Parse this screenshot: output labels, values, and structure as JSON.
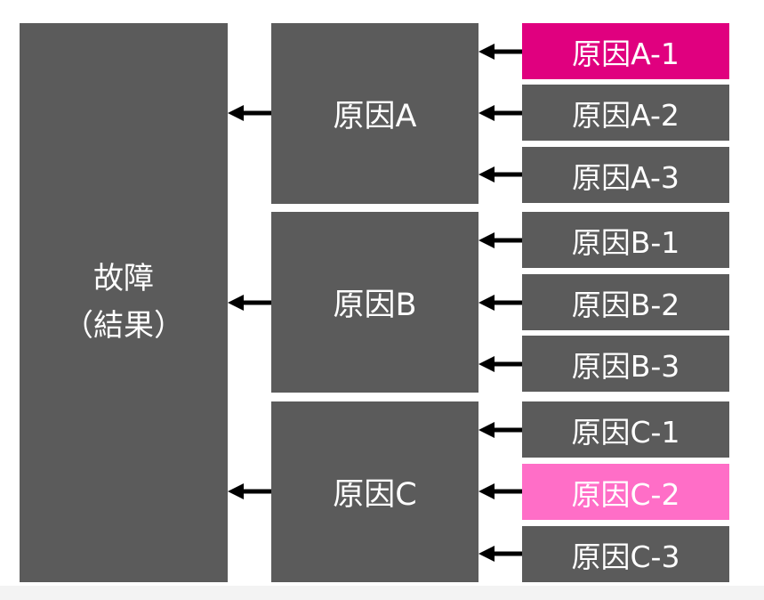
{
  "effect": {
    "line1": "故障",
    "line2": "（結果）",
    "color": "#5b5b5b"
  },
  "causes": [
    {
      "label": "原因A",
      "subcauses": [
        {
          "label": "原因A-1",
          "color": "#e0007f"
        },
        {
          "label": "原因A-2",
          "color": "#5b5b5b"
        },
        {
          "label": "原因A-3",
          "color": "#5b5b5b"
        }
      ]
    },
    {
      "label": "原因B",
      "subcauses": [
        {
          "label": "原因B-1",
          "color": "#5b5b5b"
        },
        {
          "label": "原因B-2",
          "color": "#5b5b5b"
        },
        {
          "label": "原因B-3",
          "color": "#5b5b5b"
        }
      ]
    },
    {
      "label": "原因C",
      "subcauses": [
        {
          "label": "原因C-1",
          "color": "#5b5b5b"
        },
        {
          "label": "原因C-2",
          "color": "#ff6ec7"
        },
        {
          "label": "原因C-3",
          "color": "#5b5b5b"
        }
      ]
    }
  ],
  "colors": {
    "box": "#5b5b5b",
    "highlight_strong": "#e0007f",
    "highlight_light": "#ff6ec7",
    "text": "#ffffff",
    "arrow": "#000000"
  }
}
